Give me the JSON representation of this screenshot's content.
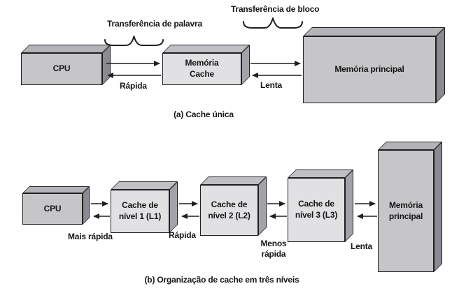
{
  "section_a": {
    "caption": "(a) Cache única",
    "label_word_transfer": "Transferência de palavra",
    "label_block_transfer": "Transferência de bloco",
    "label_fast": "Rápida",
    "label_slow": "Lenta",
    "box_cpu": "CPU",
    "box_cache": "Memória\nCache",
    "box_main_memory": "Memória principal"
  },
  "section_b": {
    "caption": "(b) Organização de cache em três níveis",
    "box_cpu": "CPU",
    "box_l1": "Cache de\nnível 1 (L1)",
    "box_l2": "Cache de\nnível 2 (L2)",
    "box_l3": "Cache de\nnível 3 (L3)",
    "box_main_memory": "Memória\nprincipal",
    "label_fastest": "Mais rápida",
    "label_fast": "Rápida",
    "label_less_fast": "Menos\nrápida",
    "label_slow": "Lenta"
  },
  "colors": {
    "box_medium": "#c6c6c9",
    "box_light": "#e1e1e3",
    "line": "#1f1f1f",
    "background": "#ffffff"
  }
}
